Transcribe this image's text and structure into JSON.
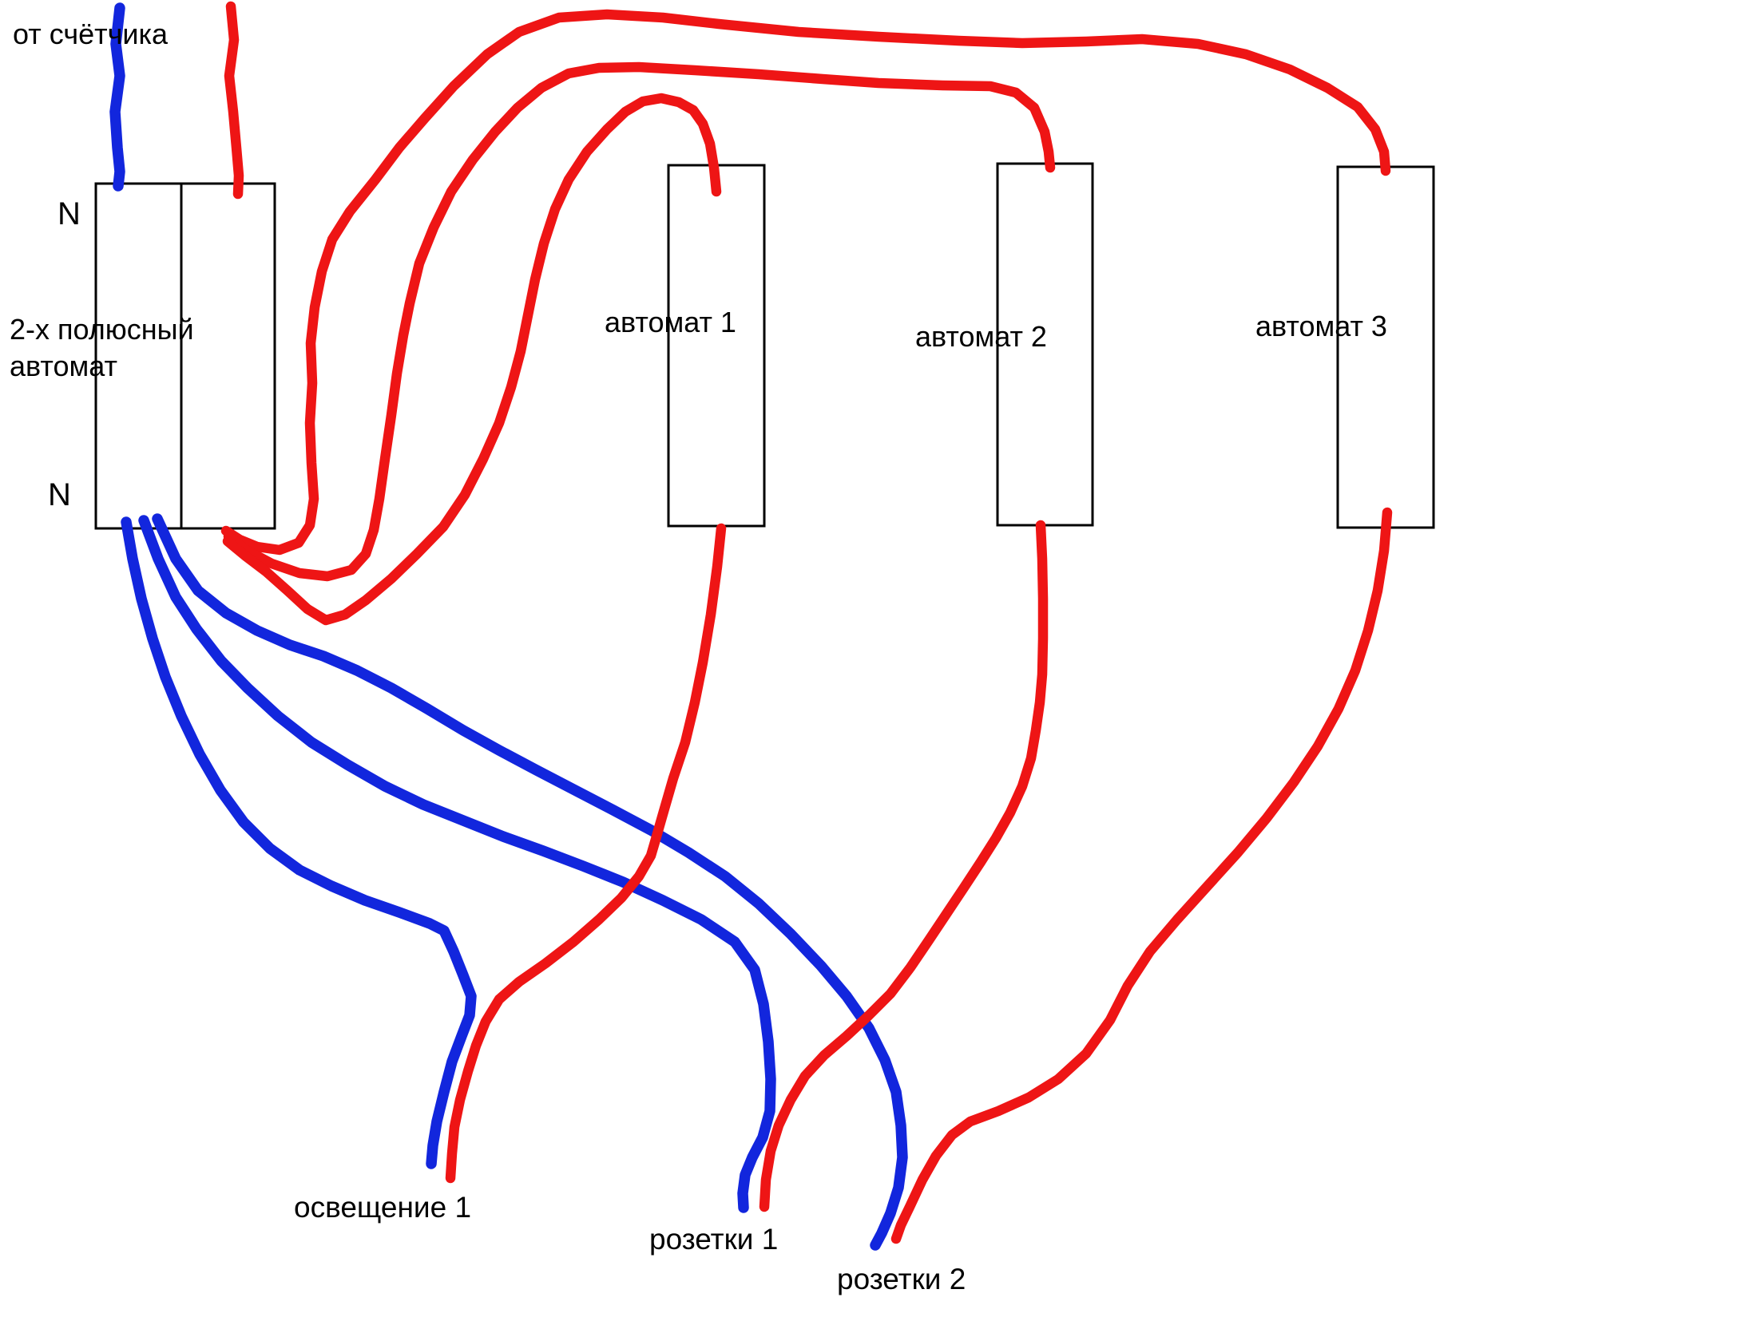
{
  "diagram": {
    "source_label": "от счётчика",
    "main_breaker": {
      "name_line1": "2-х полюсный",
      "name_line2": "автомат",
      "top_terminal": "N",
      "bottom_terminal": "N"
    },
    "breakers": [
      {
        "label": "автомат 1"
      },
      {
        "label": "автомат 2"
      },
      {
        "label": "автомат 3"
      }
    ],
    "circuits": [
      {
        "label": "освещение 1"
      },
      {
        "label": "розетки 1"
      },
      {
        "label": "розетки 2"
      }
    ],
    "colors": {
      "phase_wire": "#ee1515",
      "neutral_wire": "#1226dd",
      "outline": "#000000",
      "text": "#000000",
      "background": "#ffffff"
    }
  }
}
